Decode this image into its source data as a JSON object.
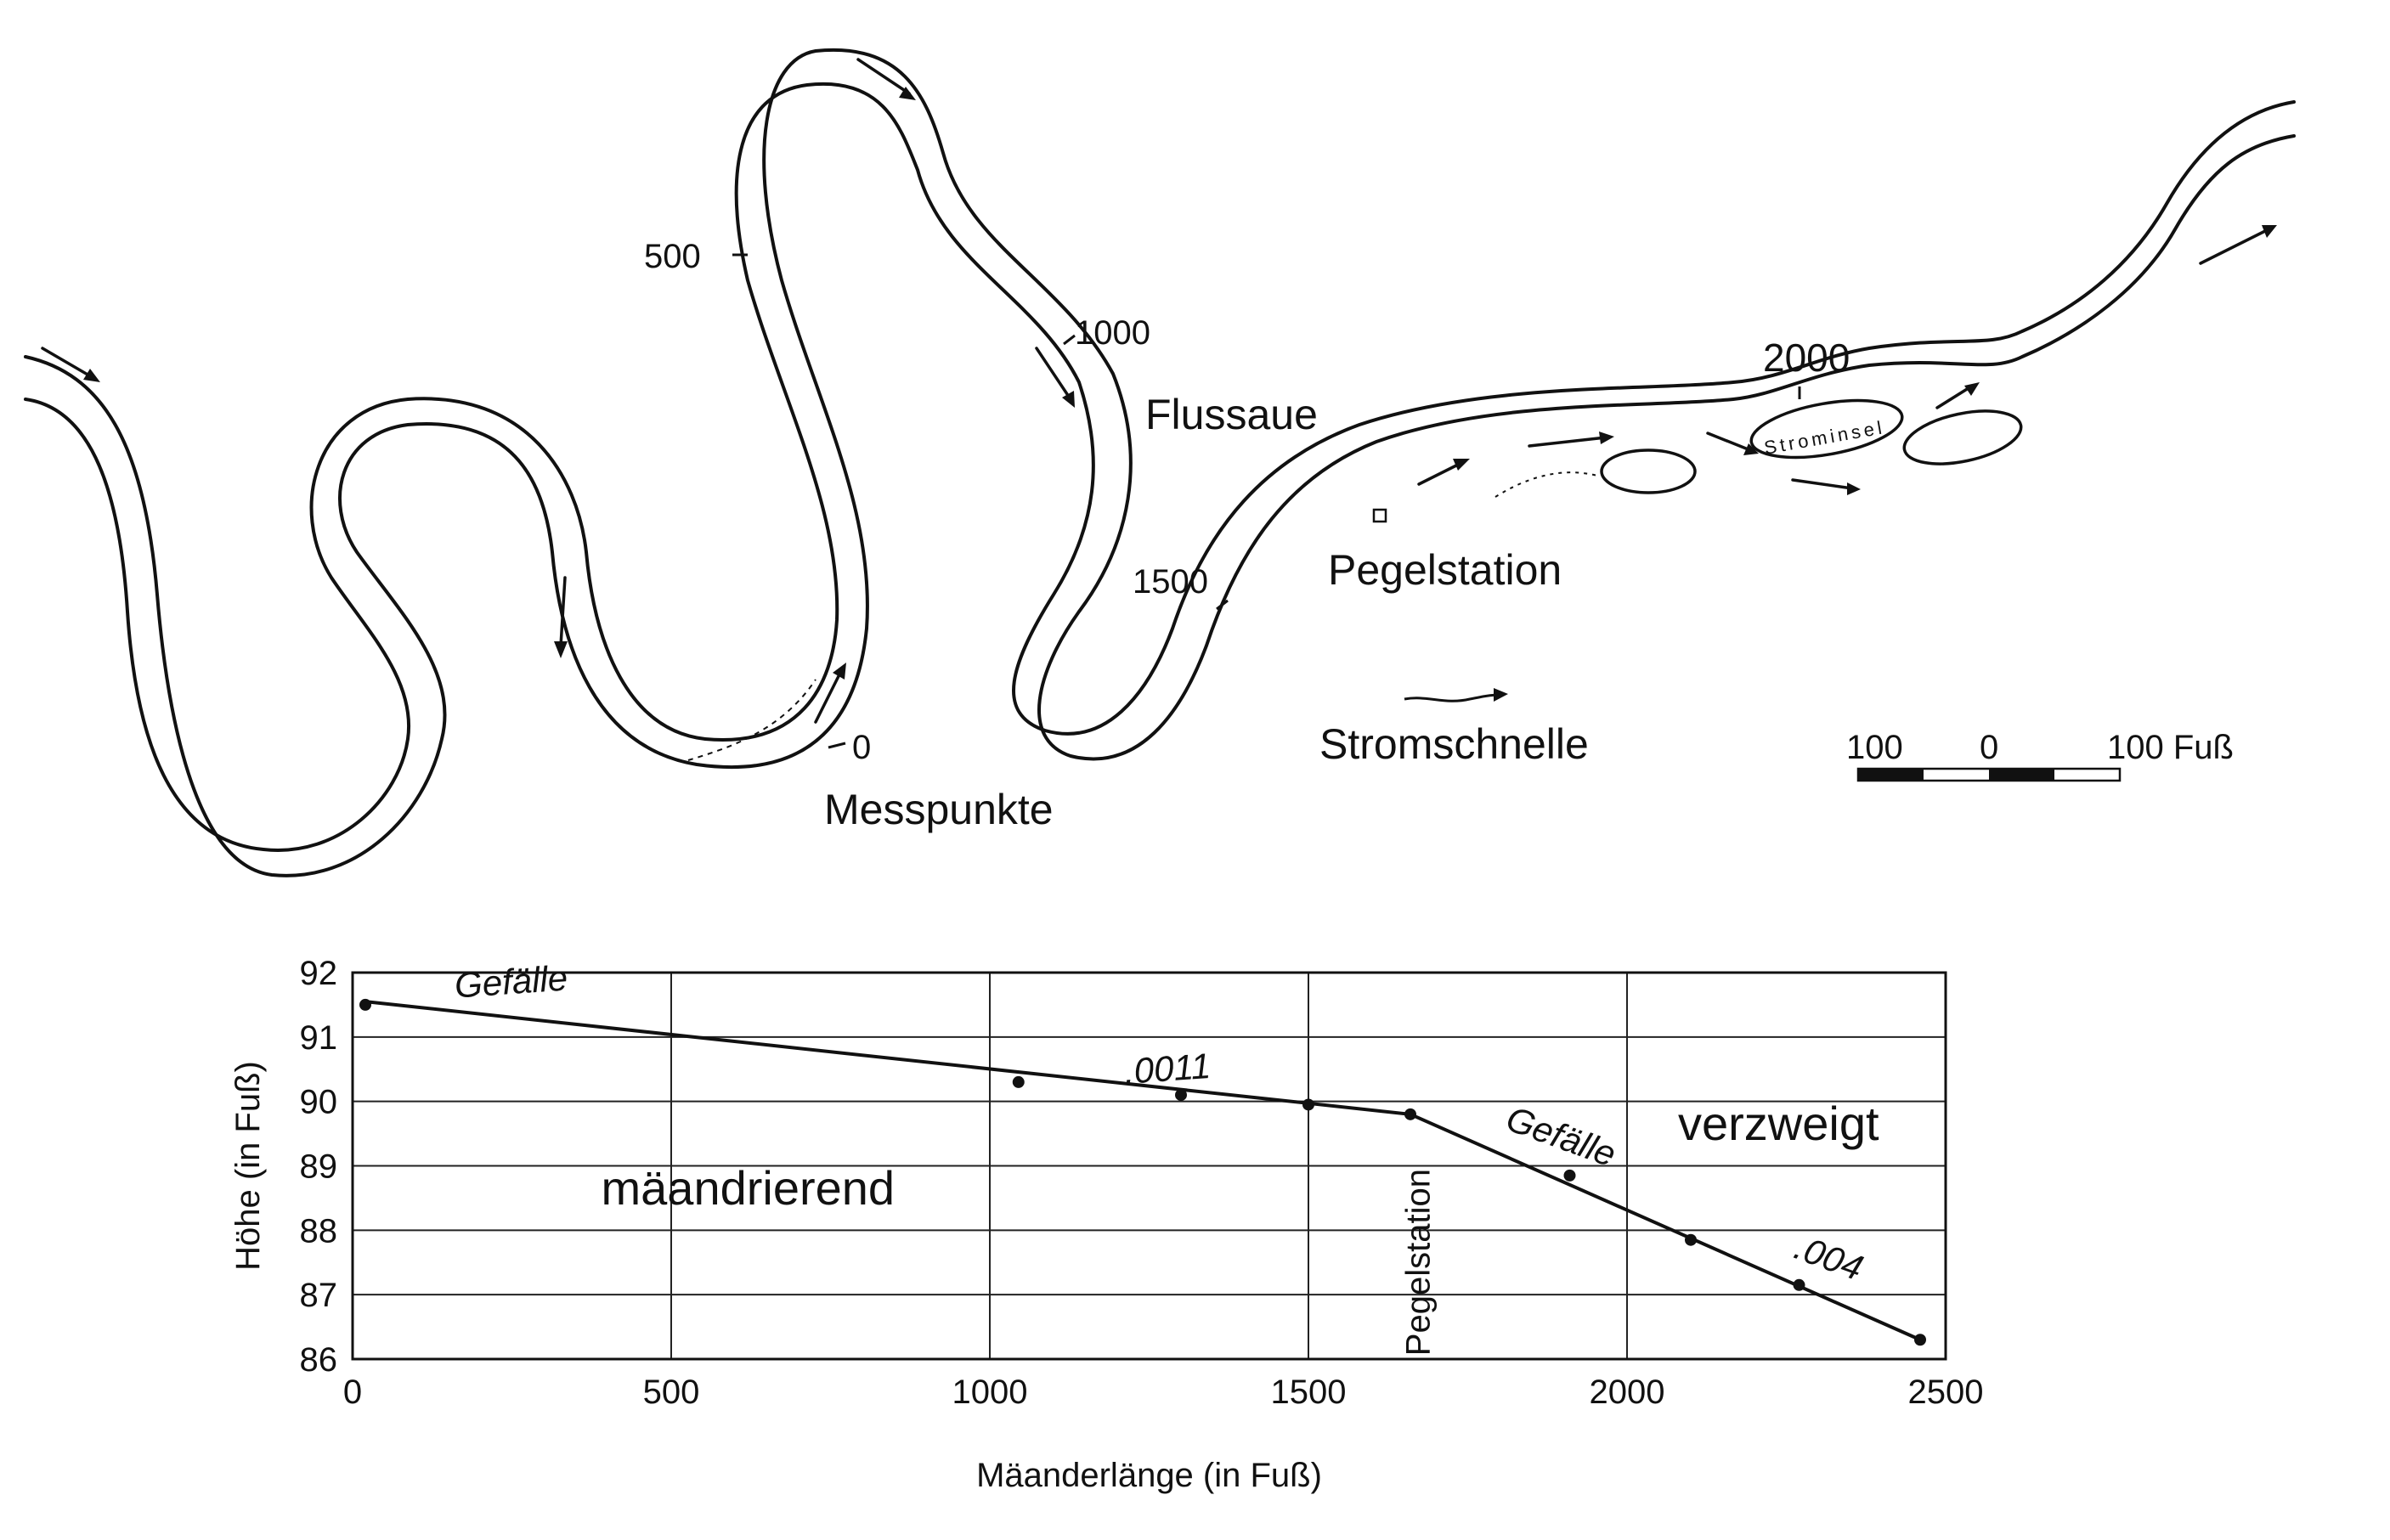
{
  "map": {
    "floodplain_label": "Flussaue",
    "gauge_label": "Pegelstation",
    "measure_points_label": "Messpunkte",
    "rapids_label": "Stromschnelle",
    "current_label": "Strominsel",
    "distance_markers": [
      "0",
      "500",
      "1000",
      "1500",
      "2000"
    ],
    "scale_bar": {
      "left": "100",
      "center": "0",
      "right": "100 Fuß"
    }
  },
  "chart_data": {
    "type": "line",
    "xlabel": "Mäanderlänge (in Fuß)",
    "ylabel": "Höhe (in Fuß)",
    "xlim": [
      0,
      2500
    ],
    "ylim": [
      86,
      92
    ],
    "xticks": [
      "0",
      "500",
      "1000",
      "1500",
      "2000",
      "2500"
    ],
    "yticks": [
      "92",
      "91",
      "90",
      "89",
      "88",
      "87",
      "86"
    ],
    "grid": true,
    "points": [
      {
        "x": 20,
        "y": 91.5
      },
      {
        "x": 1045,
        "y": 90.3
      },
      {
        "x": 1300,
        "y": 90.1
      },
      {
        "x": 1500,
        "y": 89.95
      },
      {
        "x": 1660,
        "y": 89.8
      },
      {
        "x": 1910,
        "y": 88.85
      },
      {
        "x": 2100,
        "y": 87.85
      },
      {
        "x": 2270,
        "y": 87.15
      },
      {
        "x": 2460,
        "y": 86.3
      }
    ],
    "fit_line": [
      {
        "x": 20,
        "y": 91.55
      },
      {
        "x": 1660,
        "y": 89.8
      },
      {
        "x": 2460,
        "y": 86.3
      }
    ],
    "annotations": {
      "slope_label_1": "Gefälle",
      "slope_value_1": ".0011",
      "slope_label_2": "Gefälle",
      "slope_value_2": ".004",
      "region_left": "mäandrierend",
      "region_right": "verzweigt",
      "gauge_line": "Pegelstation"
    }
  }
}
